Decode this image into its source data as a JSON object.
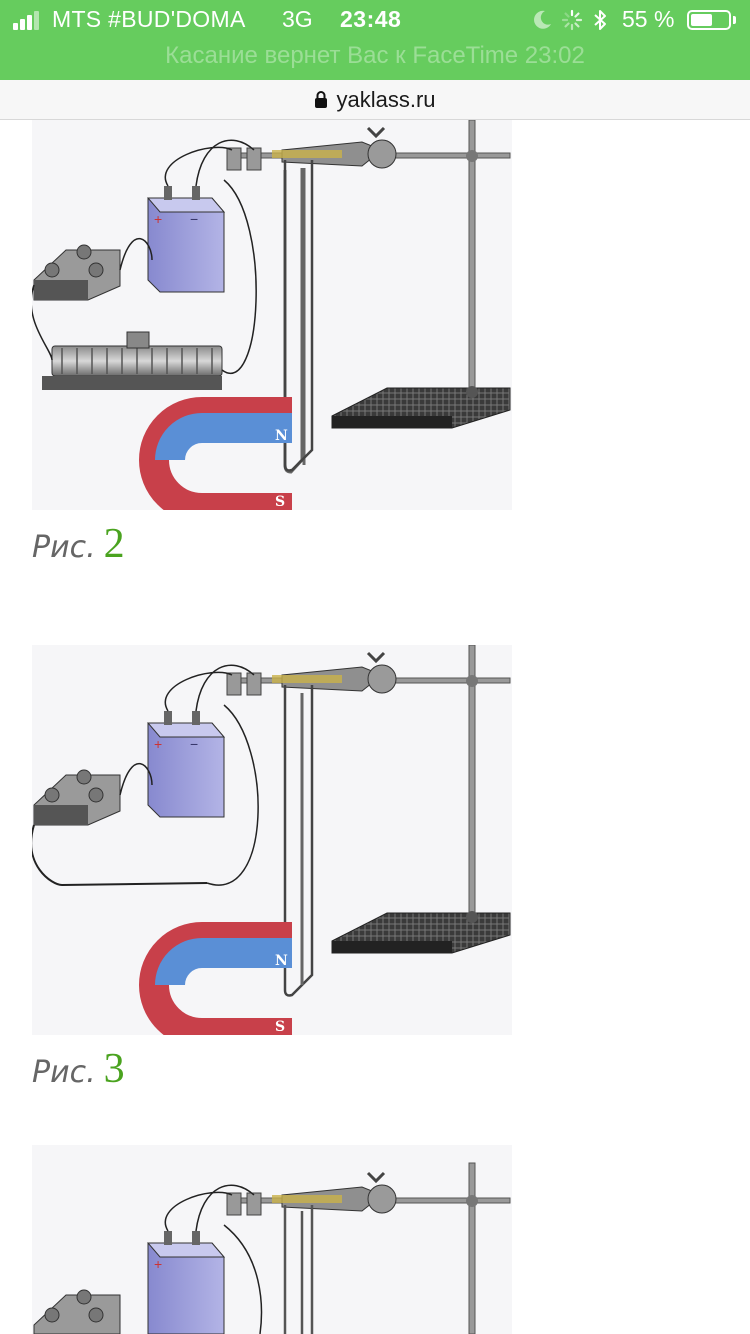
{
  "status_bar": {
    "carrier": "MTS #BUD'DOMA",
    "network": "3G",
    "time": "23:48",
    "battery_percent": "55 %",
    "battery_level": 0.55,
    "background_color": "#66cc5e",
    "icons": [
      "signal-icon",
      "moon-icon",
      "activity-spinner-icon",
      "bluetooth-icon",
      "battery-icon"
    ]
  },
  "facetime_banner": {
    "text": "Касание вернет Вас к FaceTime 23:02"
  },
  "browser": {
    "url": "yaklass.ru",
    "icon": "lock-icon"
  },
  "figures": [
    {
      "caption_prefix": "Рис.",
      "caption_number": "2",
      "has_rheostat": true
    },
    {
      "caption_prefix": "Рис.",
      "caption_number": "3",
      "has_rheostat": false
    },
    {
      "caption_prefix": "",
      "caption_number": "",
      "has_rheostat": false
    }
  ],
  "magnet_labels": {
    "north": "N",
    "south": "S"
  },
  "battery_signs": {
    "plus": "+",
    "minus": "−"
  },
  "colors": {
    "accent": "#4aa31f",
    "magnet_blue": "#5a8fd6",
    "magnet_red": "#c8404a",
    "battery": "#9fa0dc"
  }
}
